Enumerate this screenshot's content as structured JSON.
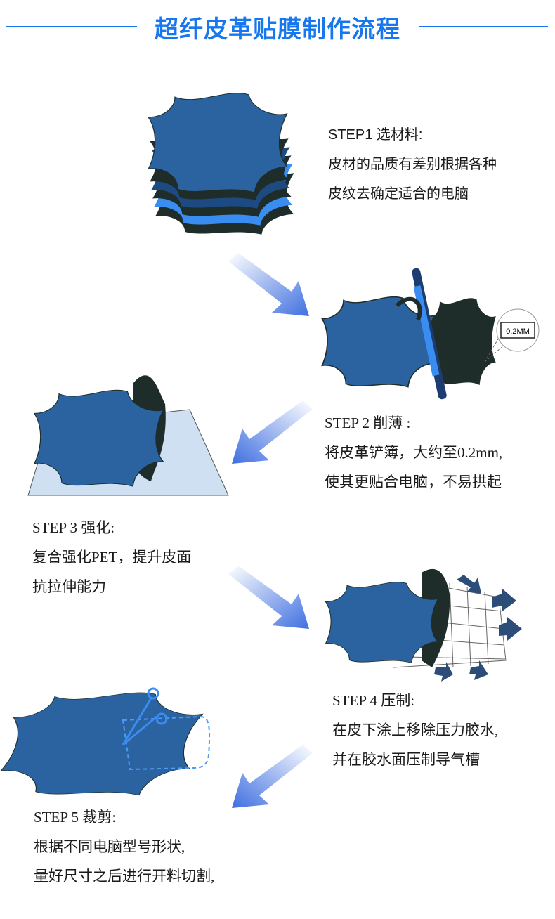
{
  "title": "超纤皮革贴膜制作流程",
  "steps": [
    {
      "heading": "STEP1  选材料:",
      "lines": [
        "皮材的品质有差别根据各种",
        "皮纹去确定适合的电脑"
      ]
    },
    {
      "heading": "STEP 2  削薄 :",
      "lines": [
        "将皮革铲簿，大约至0.2mm,",
        "使其更贴合电脑，不易拱起"
      ],
      "callout": "0.2MM"
    },
    {
      "heading": "STEP 3  强化:",
      "lines": [
        "复合强化PET，提升皮面",
        "抗拉伸能力"
      ]
    },
    {
      "heading": "STEP 4  压制:",
      "lines": [
        "在皮下涂上移除压力胶水,",
        "并在胶水面压制导气槽"
      ]
    },
    {
      "heading": "STEP 5  裁剪:",
      "lines": [
        "根据不同电脑型号形状,",
        "量好尺寸之后进行开料切割,"
      ]
    }
  ],
  "colors": {
    "accent": "#1677ee",
    "leather": "#2b62a0",
    "dark": "#1e2d2a",
    "bright": "#3a8df0"
  }
}
